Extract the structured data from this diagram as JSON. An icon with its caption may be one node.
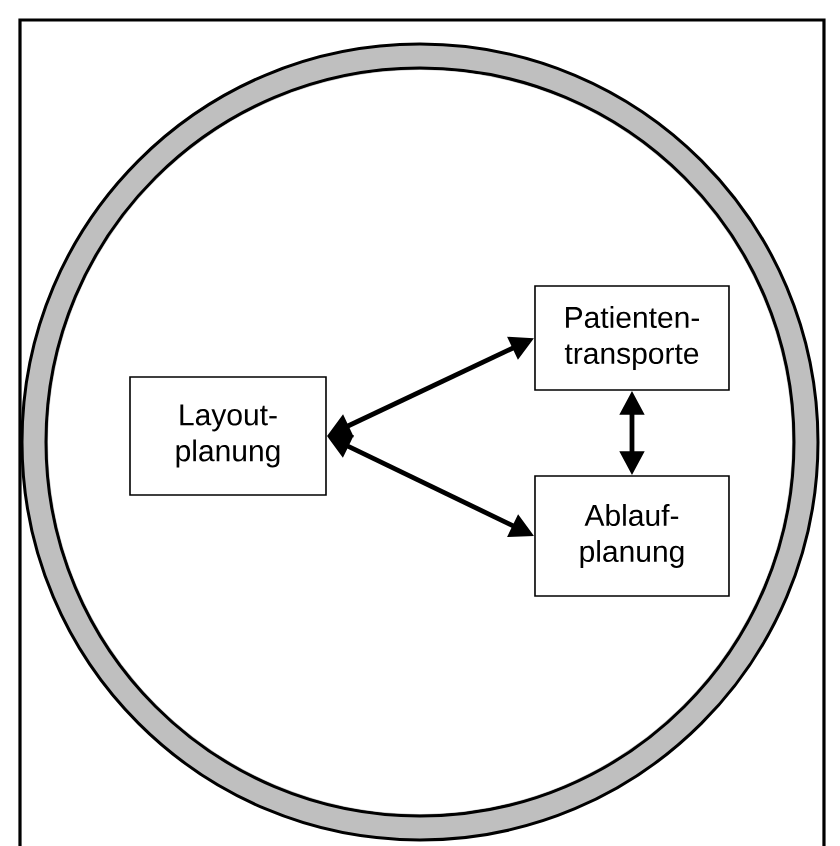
{
  "diagram": {
    "nodes": [
      {
        "text": [
          "Layout- planung"
        ]
      },
      {
        "text": [
          "Patienten- transporte"
        ]
      },
      {
        "text": [
          "Ablauf- planung"
        ]
      }
    ],
    "edges": [
      {
        "from": 0,
        "to": 1,
        "arrow": "both"
      },
      {
        "from": 0,
        "to": 2,
        "arrow": "both"
      },
      {
        "from": 1,
        "to": 2,
        "arrow": "both"
      }
    ]
  }
}
